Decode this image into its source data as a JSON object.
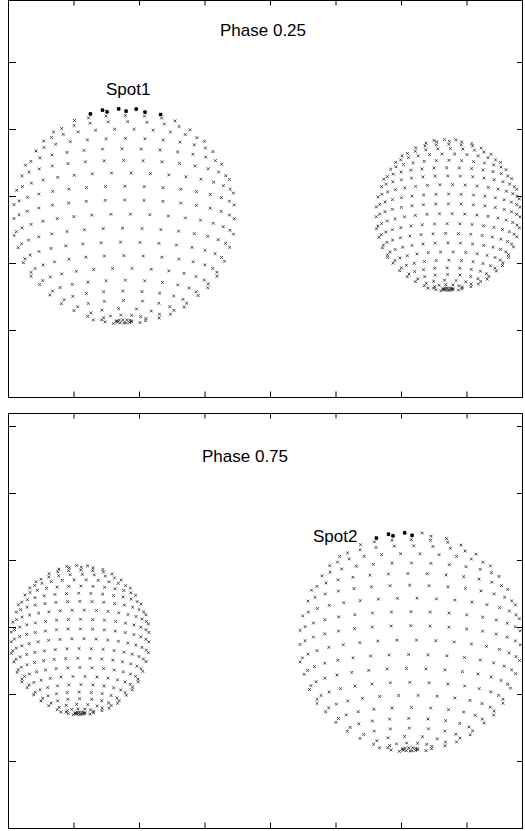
{
  "diagram": {
    "labels": [
      "Phase 0.25",
      "Spot1",
      "Phase 0.75",
      "Spot2"
    ]
  }
}
